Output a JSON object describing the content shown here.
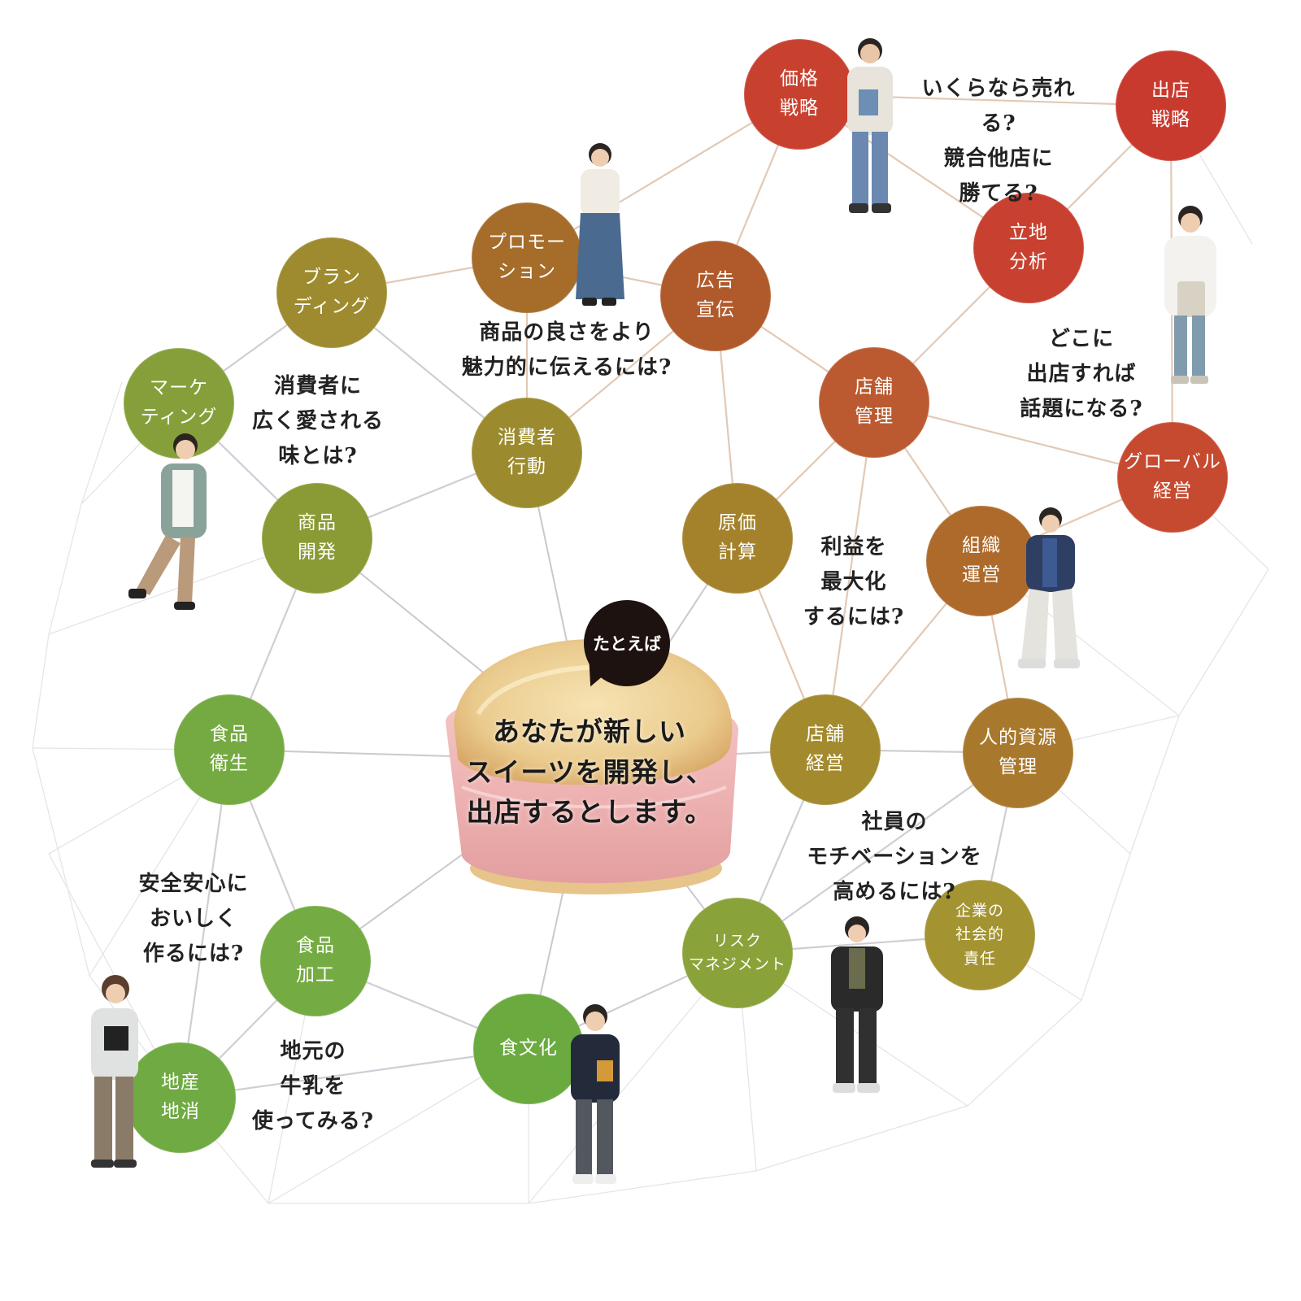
{
  "nodes": [
    {
      "id": "kakaku",
      "label": "価格\n戦略",
      "color": "#c8412f"
    },
    {
      "id": "shutten",
      "label": "出店\n戦略",
      "color": "#c93a2e"
    },
    {
      "id": "ritchi",
      "label": "立地\n分析",
      "color": "#c8402f"
    },
    {
      "id": "promotion",
      "label": "プロモー\nション",
      "color": "#a56c2a"
    },
    {
      "id": "koukoku",
      "label": "広告\n宣伝",
      "color": "#b05a2c"
    },
    {
      "id": "branding",
      "label": "ブラン\nディング",
      "color": "#9e8a2f"
    },
    {
      "id": "tenpo_kanri",
      "label": "店舗\n管理",
      "color": "#bb5a30"
    },
    {
      "id": "global",
      "label": "グローバル\n経営",
      "color": "#c64a30"
    },
    {
      "id": "marketing",
      "label": "マーケ\nティング",
      "color": "#85a03a"
    },
    {
      "id": "shohisha",
      "label": "消費者\n行動",
      "color": "#9c8b2e"
    },
    {
      "id": "shohin",
      "label": "商品\n開発",
      "color": "#8a9a35"
    },
    {
      "id": "genka",
      "label": "原価\n計算",
      "color": "#a4822c"
    },
    {
      "id": "soshiki",
      "label": "組織\n運営",
      "color": "#ad6a2b"
    },
    {
      "id": "eisei",
      "label": "食品\n衛生",
      "color": "#75aa43"
    },
    {
      "id": "tenpo_keiei",
      "label": "店舗\n経営",
      "color": "#a28a2d"
    },
    {
      "id": "jinteki",
      "label": "人的資源\n管理",
      "color": "#a8792c"
    },
    {
      "id": "kakou",
      "label": "食品\n加工",
      "color": "#74ab42"
    },
    {
      "id": "risk",
      "label": "リスク\nマネジメント",
      "color": "#8aa23a"
    },
    {
      "id": "csr",
      "label": "企業の\n社会的\n責任",
      "color": "#a39331"
    },
    {
      "id": "chisan",
      "label": "地産\n地消",
      "color": "#6faa42"
    },
    {
      "id": "shokubunka",
      "label": "食文化",
      "color": "#6aaa3e"
    }
  ],
  "questions": {
    "price": "いくらなら売れる?\n競合他店に\n勝てる?",
    "promo": "商品の良さをより\n魅力的に伝えるには?",
    "consumer": "消費者に\n広く愛される\n味とは?",
    "location": "どこに\n出店すれば\n話題になる?",
    "profit": "利益を\n最大化\nするには?",
    "motivation": "社員の\nモチベーションを\n高めるには?",
    "safety": "安全安心に\nおいしく\n作るには?",
    "milk": "地元の\n牛乳を\n使ってみる?"
  },
  "center": {
    "bubble": "たとえば",
    "text": "あなたが新しい\nスイーツを開発し、\n出店するとします。"
  }
}
